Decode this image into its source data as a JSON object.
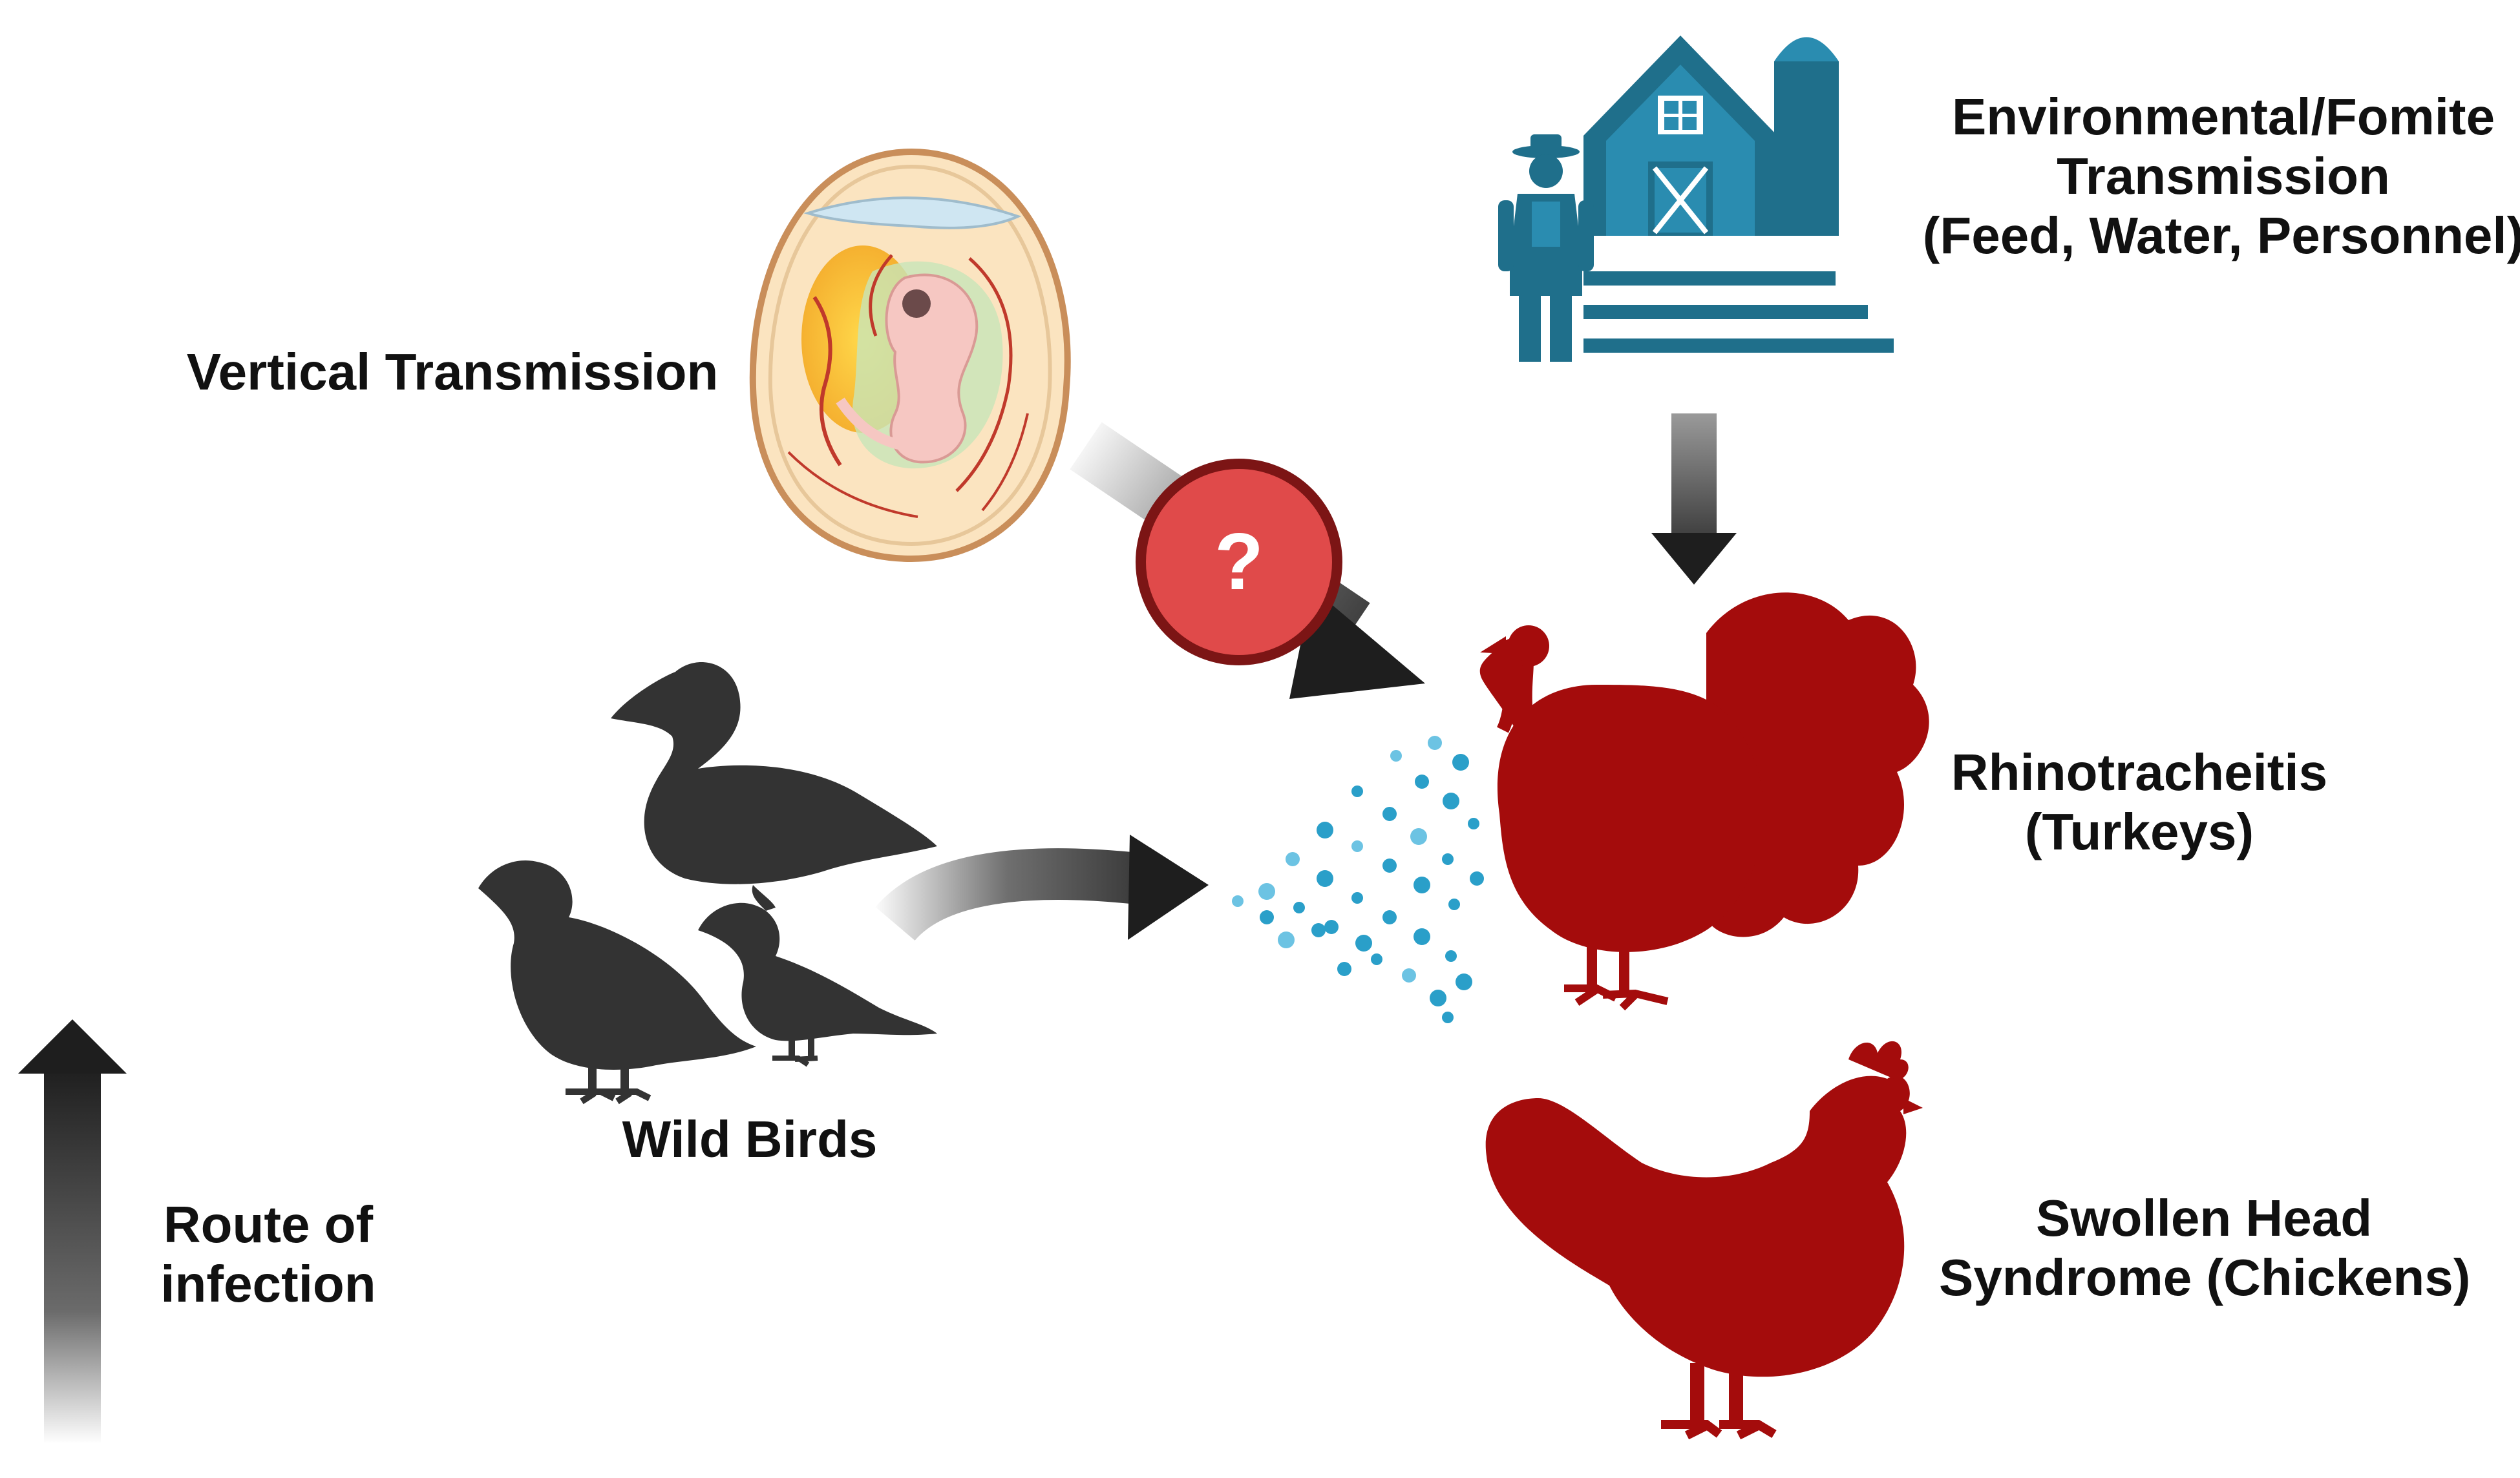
{
  "labels": {
    "vertical": "Vertical Transmission",
    "environmental": [
      "Environmental/Fomite",
      "Transmission",
      "(Feed, Water, Personnel)"
    ],
    "rhinotracheitis": [
      "Rhinotracheitis",
      "(Turkeys)"
    ],
    "swollen_head": [
      "Swollen Head",
      "Syndrome (Chickens)"
    ],
    "wild_birds": "Wild Birds",
    "route": [
      "Route of",
      "infection"
    ]
  },
  "badge": {
    "symbol": "?"
  },
  "colors": {
    "disease_red": "#a40c0c",
    "silhouette": "#333333",
    "barn_blue": "#1d6f8c",
    "question_badge": "#e04a4a",
    "droplets": "#2a9fc9",
    "arrow_dark": "#1e1e1e"
  },
  "icons": [
    "embryo-egg-icon",
    "farm-barn-icon",
    "farmer-icon",
    "turkey-icon",
    "chicken-icon",
    "duck-icon",
    "quail-icon",
    "sparrow-icon",
    "aerosol-droplets-icon"
  ]
}
